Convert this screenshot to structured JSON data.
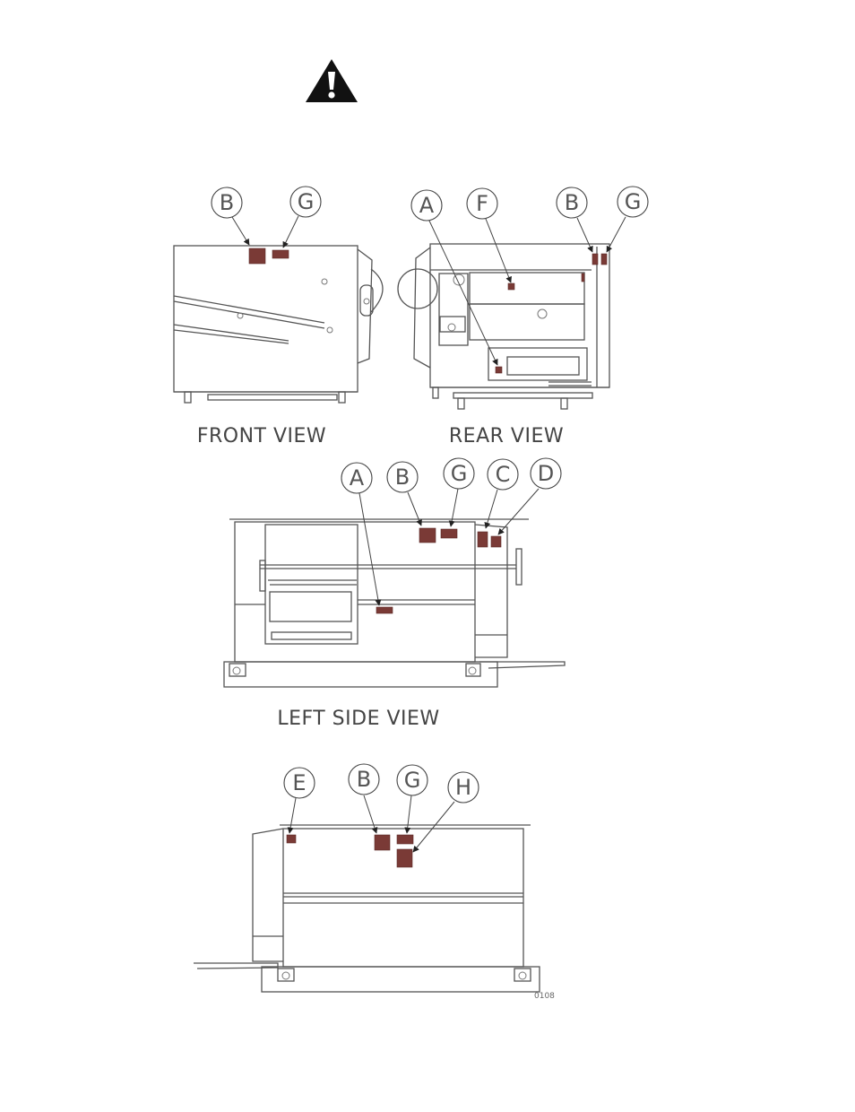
{
  "colors": {
    "label_fill": "#7a3a36",
    "line": "#555555",
    "warning": "#111111"
  },
  "warning": {
    "icon": "warning-triangle-icon"
  },
  "views": {
    "front": {
      "label": "FRONT VIEW",
      "callouts": [
        "B",
        "G"
      ]
    },
    "rear": {
      "label": "REAR VIEW",
      "callouts": [
        "A",
        "F",
        "B",
        "G"
      ]
    },
    "left": {
      "label": "LEFT SIDE VIEW",
      "callouts": [
        "A",
        "B",
        "G",
        "C",
        "D"
      ]
    },
    "right": {
      "label": "",
      "callouts": [
        "E",
        "B",
        "G",
        "H"
      ]
    }
  },
  "drawing_number": "0108"
}
